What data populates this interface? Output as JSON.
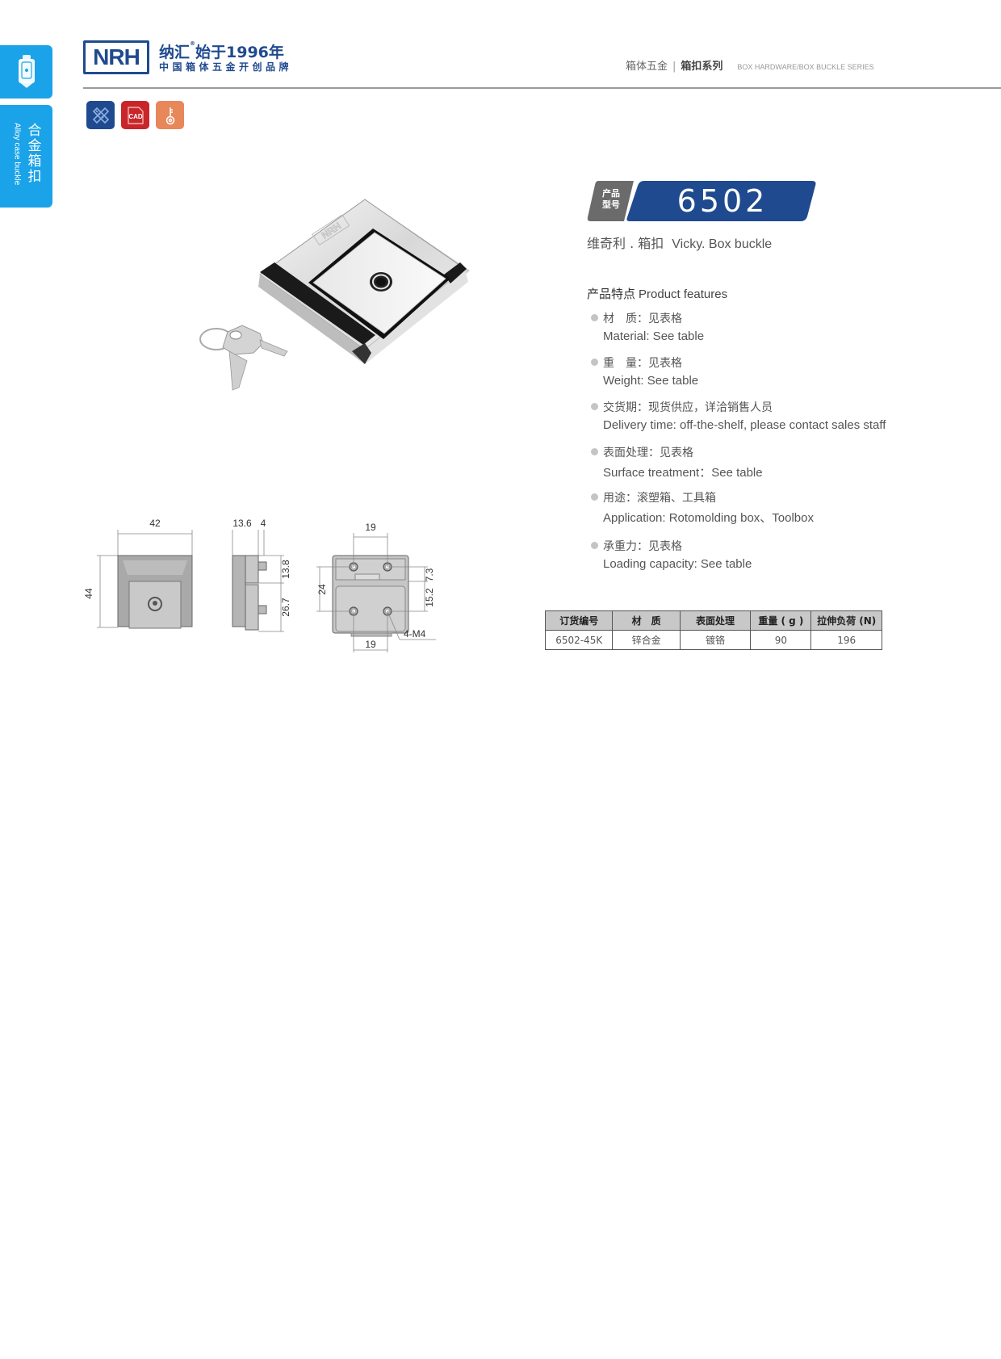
{
  "sidebar": {
    "category_cn": "合金箱扣",
    "category_en": "Alloy case buckle"
  },
  "header": {
    "logo_text": "NRH",
    "brand_cn": "纳汇",
    "brand_registered": "®",
    "brand_tagline": "始于1996年",
    "brand_subtitle": "中国箱体五金开创品牌",
    "breadcrumb": {
      "parent_cn": "箱体五金",
      "separator": "|",
      "current_cn": "箱扣系列",
      "en": "BOX HARDWARE/BOX BUCKLE SERIES"
    }
  },
  "badges": [
    {
      "name": "tools-icon",
      "color": "#1f4a8f"
    },
    {
      "name": "cad-icon",
      "label": "CAD",
      "color": "#c8262a"
    },
    {
      "name": "key-icon",
      "color": "#e8875a"
    }
  ],
  "product": {
    "model_tag_line1": "产品",
    "model_tag_line2": "型号",
    "model_number": "6502",
    "name_cn": "维奇利 . 箱扣",
    "name_en": "Vicky. Box buckle",
    "photo_logo": "NRH"
  },
  "features": {
    "title_cn": "产品特点",
    "title_en": "Product features",
    "items": [
      {
        "cn": "材　质：见表格",
        "en": "Material: See table"
      },
      {
        "cn": "重　量：见表格",
        "en": " Weight: See table"
      },
      {
        "cn": "交货期：现货供应，详洽销售人员",
        "en": "Delivery time: off-the-shelf, please contact sales staff"
      },
      {
        "cn": "表面处理：见表格",
        "en": "Surface treatment：See table"
      },
      {
        "cn": "用途：滚塑箱、工具箱",
        "en": "Application: Rotomolding box、Toolbox"
      },
      {
        "cn": "承重力：见表格",
        "en": "Loading capacity: See table"
      }
    ]
  },
  "drawing": {
    "front": {
      "width": "42",
      "height": "44"
    },
    "side": {
      "depth": "13.6",
      "lip": "4",
      "upper": "13.8",
      "lower": "26.7"
    },
    "back": {
      "top_spacing": "19",
      "bottom_spacing": "19",
      "vertical": "24",
      "right_upper": "7.3",
      "right_lower": "15.2",
      "holes": "4-M4"
    }
  },
  "spec_table": {
    "headers": [
      "订货编号",
      "材　质",
      "表面处理",
      "重量 ( g )",
      "拉伸负荷 (N)"
    ],
    "rows": [
      [
        "6502-45K",
        "锌合金",
        "镀铬",
        "90",
        "196"
      ]
    ]
  }
}
